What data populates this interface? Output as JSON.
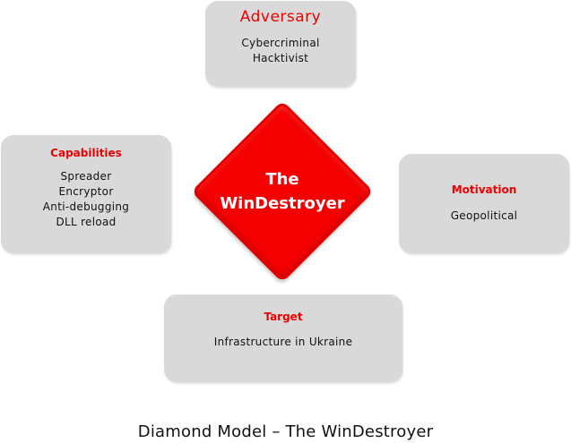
{
  "diagram": {
    "center": {
      "lines": [
        "The",
        "WinDestroyer"
      ],
      "color": "#f40000"
    },
    "adversary": {
      "title": "Adversary",
      "items": [
        "Cybercriminal",
        "Hacktivist"
      ]
    },
    "capabilities": {
      "title": "Capabilities",
      "items": [
        "Spreader",
        "Encryptor",
        "Anti-debugging",
        "DLL reload"
      ]
    },
    "motivation": {
      "title": "Motivation",
      "items": [
        "Geopolitical"
      ]
    },
    "target": {
      "title": "Target",
      "items": [
        "Infrastructure in Ukraine"
      ]
    },
    "caption": "Diamond Model – The WinDestroyer",
    "colors": {
      "box_bg": "#d9d9d9",
      "title": "#ee0000",
      "diamond": "#f40000"
    }
  }
}
